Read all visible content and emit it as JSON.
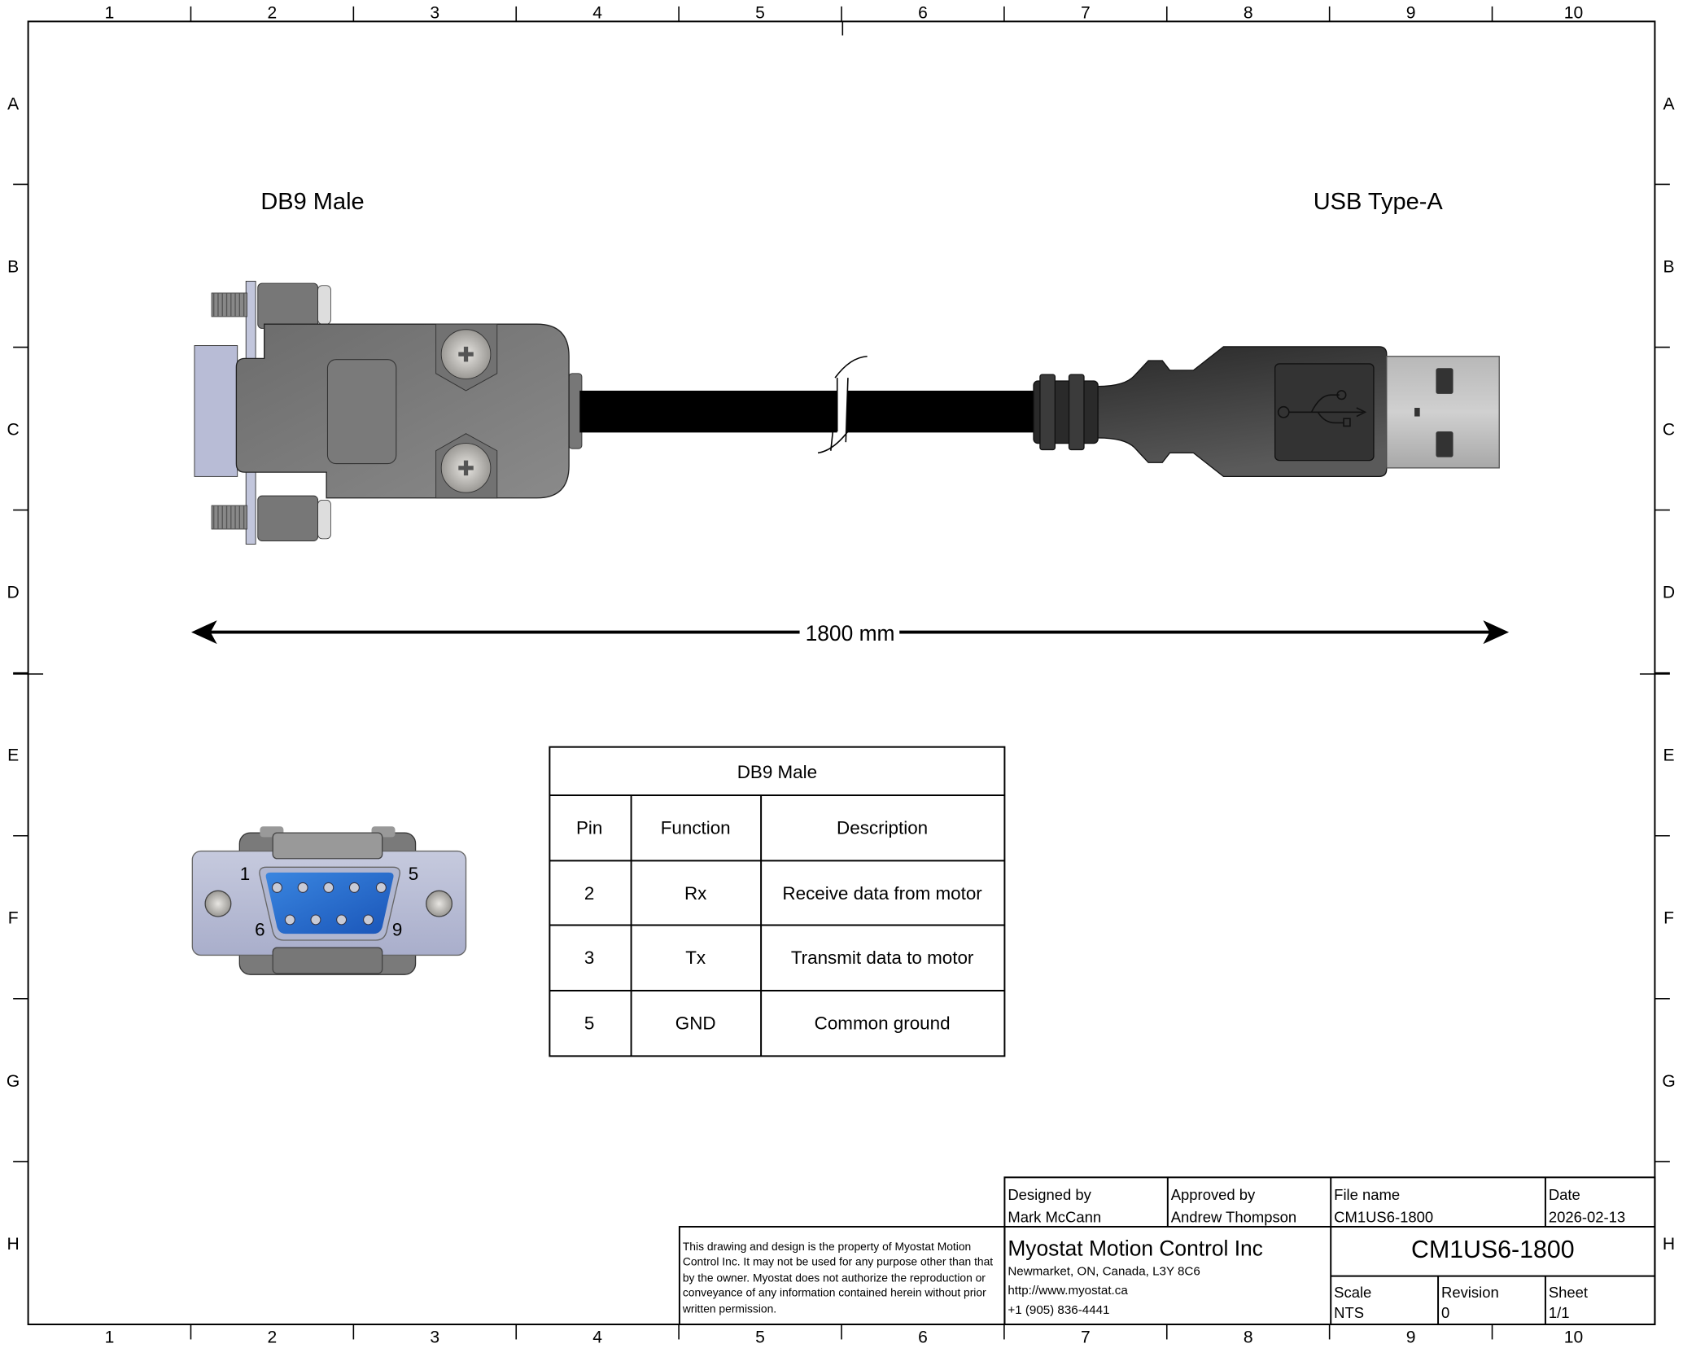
{
  "zones": {
    "columns": [
      "1",
      "2",
      "3",
      "4",
      "5",
      "6",
      "7",
      "8",
      "9",
      "10"
    ],
    "rows": [
      "A",
      "B",
      "C",
      "D",
      "E",
      "F",
      "G",
      "H"
    ]
  },
  "labels": {
    "left_connector": "DB9 Male",
    "right_connector": "USB Type-A",
    "length": "1800 mm"
  },
  "face_pins": {
    "p1": "1",
    "p5": "5",
    "p6": "6",
    "p9": "9"
  },
  "pin_table": {
    "title": "DB9 Male",
    "headers": [
      "Pin",
      "Function",
      "Description"
    ],
    "rows": [
      [
        "2",
        "Rx",
        "Receive data from motor"
      ],
      [
        "3",
        "Tx",
        "Transmit data to motor"
      ],
      [
        "5",
        "GND",
        "Common ground"
      ]
    ]
  },
  "title_block": {
    "designed_by_label": "Designed by",
    "designed_by": "Mark McCann",
    "approved_by_label": "Approved by",
    "approved_by": "Andrew Thompson",
    "file_name_label": "File name",
    "file_name": "CM1US6-1800",
    "date_label": "Date",
    "date": "2026-02-13",
    "company": "Myostat Motion Control Inc",
    "address": "Newmarket, ON, Canada, L3Y 8C6",
    "website": "http://www.myostat.ca",
    "phone": "+1 (905) 836-4441",
    "part_number": "CM1US6-1800",
    "scale_label": "Scale",
    "scale": "NTS",
    "revision_label": "Revision",
    "revision": "0",
    "sheet_label": "Sheet",
    "sheet": "1/1",
    "disclaimer": [
      "This drawing and design is the property of Myostat Motion",
      "Control Inc. It may not be used for any purpose other than that",
      "by the owner. Myostat does not authorize the reproduction or",
      "conveyance of any information contained herein without prior",
      "written permission."
    ]
  }
}
